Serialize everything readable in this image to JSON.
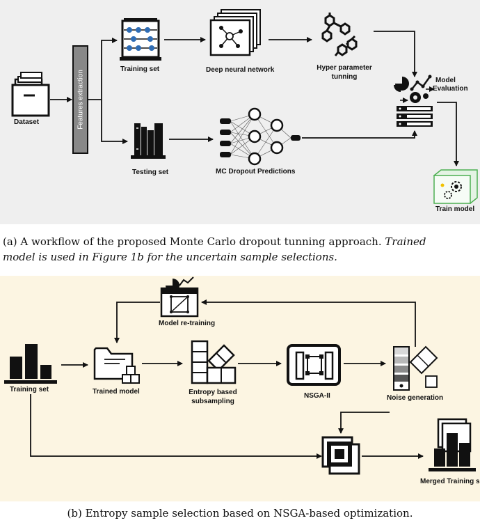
{
  "panel_a": {
    "labels": {
      "dataset": "Dataset",
      "features_extraction": "Features extraction",
      "training_set": "Training set",
      "deep_neural_network": "Deep neural network",
      "hyper_parameter_line1": "Hyper parameter",
      "hyper_parameter_line2": "tunning",
      "model_evaluation_line1": "Model",
      "model_evaluation_line2": "Evaluation",
      "testing_set": "Testing set",
      "mc_dropout": "MC Dropout Predictions",
      "train_model": "Train model"
    },
    "caption": {
      "prefix": "(a) A workflow of the proposed Monte Carlo dropout tunning approach.",
      "italic_line1": "Trained",
      "italic_line2": "model is used in Figure 1b for the uncertain sample selections."
    }
  },
  "panel_b": {
    "labels": {
      "model_retraining": "Model re-training",
      "training_set": "Training set",
      "trained_model": "Trained model",
      "entropy_line1": "Entropy based",
      "entropy_line2": "subsampling",
      "nsga": "NSGA-II",
      "noise_generation": "Noise generation",
      "merged_training_set": "Merged Training set"
    },
    "caption": "(b) Entropy sample selection based on NSGA-based optimization."
  },
  "colors": {
    "panel_a_bg": "#efefef",
    "panel_b_bg": "#fcf5e2",
    "accent_blue": "#2f6db5",
    "accent_green": "#4caf50",
    "accent_yellow": "#f2c200",
    "ink": "#111111"
  }
}
